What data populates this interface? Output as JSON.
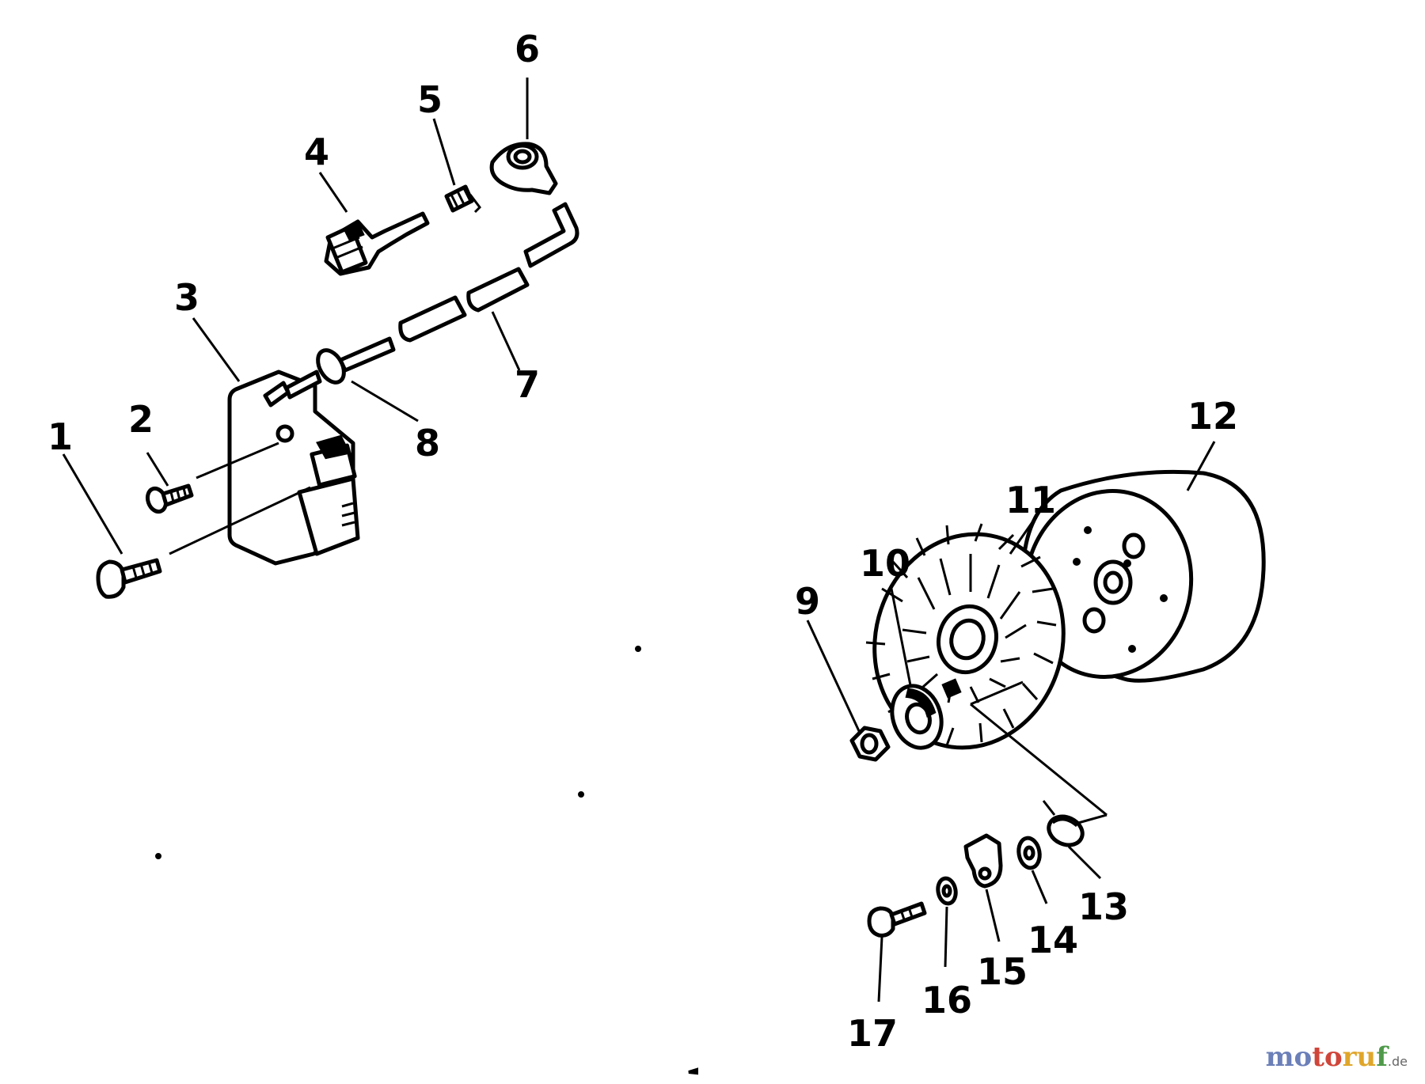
{
  "diagram": {
    "part_labels": [
      "1",
      "2",
      "3",
      "4",
      "5",
      "6",
      "7",
      "8",
      "9",
      "10",
      "11",
      "12",
      "13",
      "14",
      "15",
      "16",
      "17"
    ]
  },
  "watermark": {
    "brand_part1": "mo",
    "brand_part2": "to",
    "brand_part3": "ru",
    "brand_part4": "f",
    "tld": ".de"
  }
}
